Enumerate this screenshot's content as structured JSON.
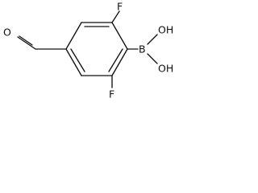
{
  "molecule": {
    "atoms": {
      "o_aldehyde": "O",
      "f_top": "F",
      "f_bottom": "F",
      "boron": "B",
      "oh_top": "OH",
      "oh_bottom": "OH"
    }
  }
}
